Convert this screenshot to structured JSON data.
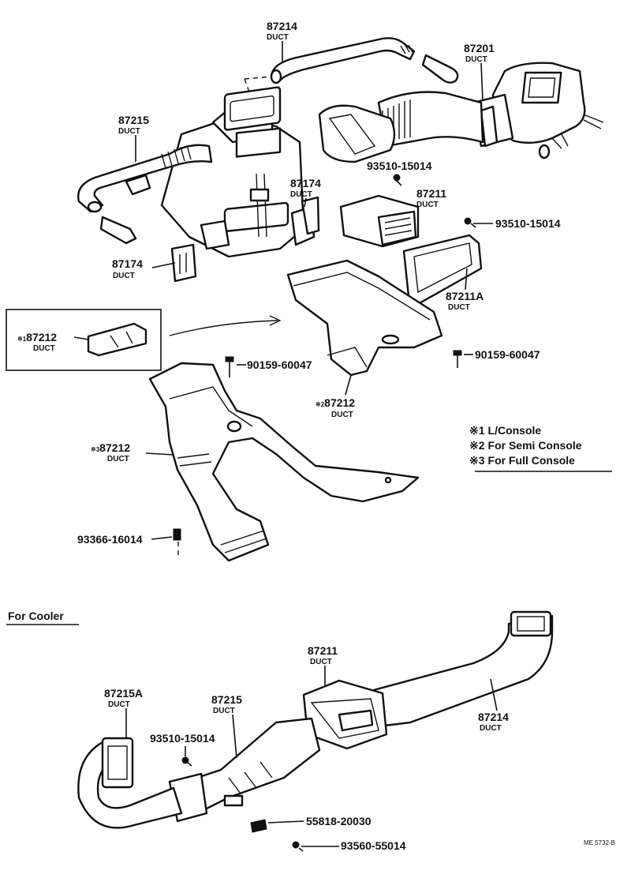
{
  "labels": {
    "top_hose": {
      "pn": "87214",
      "name": "DUCT"
    },
    "blower_duct": {
      "pn": "87201",
      "name": "DUCT"
    },
    "left_hose": {
      "pn": "87215",
      "name": "DUCT"
    },
    "side_duct_right": {
      "pn": "87174",
      "name": "DUCT"
    },
    "side_duct_left": {
      "pn": "87174",
      "name": "DUCT"
    },
    "screw_top": {
      "pn": "93510-15014"
    },
    "vent_duct": {
      "pn": "87211",
      "name": "DUCT"
    },
    "screw_right": {
      "pn": "93510-15014"
    },
    "vent_frame": {
      "pn": "87211A",
      "name": "DUCT"
    },
    "console_duct_1": {
      "mark": "※1",
      "pn": "87212",
      "name": "DUCT"
    },
    "bolt_mid": {
      "pn": "90159-60047"
    },
    "bolt_right": {
      "pn": "90159-60047"
    },
    "console_duct_2": {
      "mark": "※2",
      "pn": "87212",
      "name": "DUCT"
    },
    "console_duct_3": {
      "mark": "※3",
      "pn": "87212",
      "name": "DUCT"
    },
    "bolt_lower": {
      "pn": "93366-16014"
    },
    "cooler_vent": {
      "pn": "87211",
      "name": "DUCT"
    },
    "cooler_left_end": {
      "pn": "87215A",
      "name": "DUCT"
    },
    "cooler_mid": {
      "pn": "87215",
      "name": "DUCT"
    },
    "cooler_right": {
      "pn": "87214",
      "name": "DUCT"
    },
    "screw_cooler": {
      "pn": "93510-15014"
    },
    "clip_cooler": {
      "pn": "55818-20030"
    },
    "screw_cooler_bottom": {
      "pn": "93560-55014"
    }
  },
  "legend": [
    {
      "mark": "※1",
      "text": "L/Console"
    },
    {
      "mark": "※2",
      "text": "For Semi Console"
    },
    {
      "mark": "※3",
      "text": "For Full Console"
    }
  ],
  "section_title": "For Cooler",
  "figure_code": "ME 5732-B"
}
